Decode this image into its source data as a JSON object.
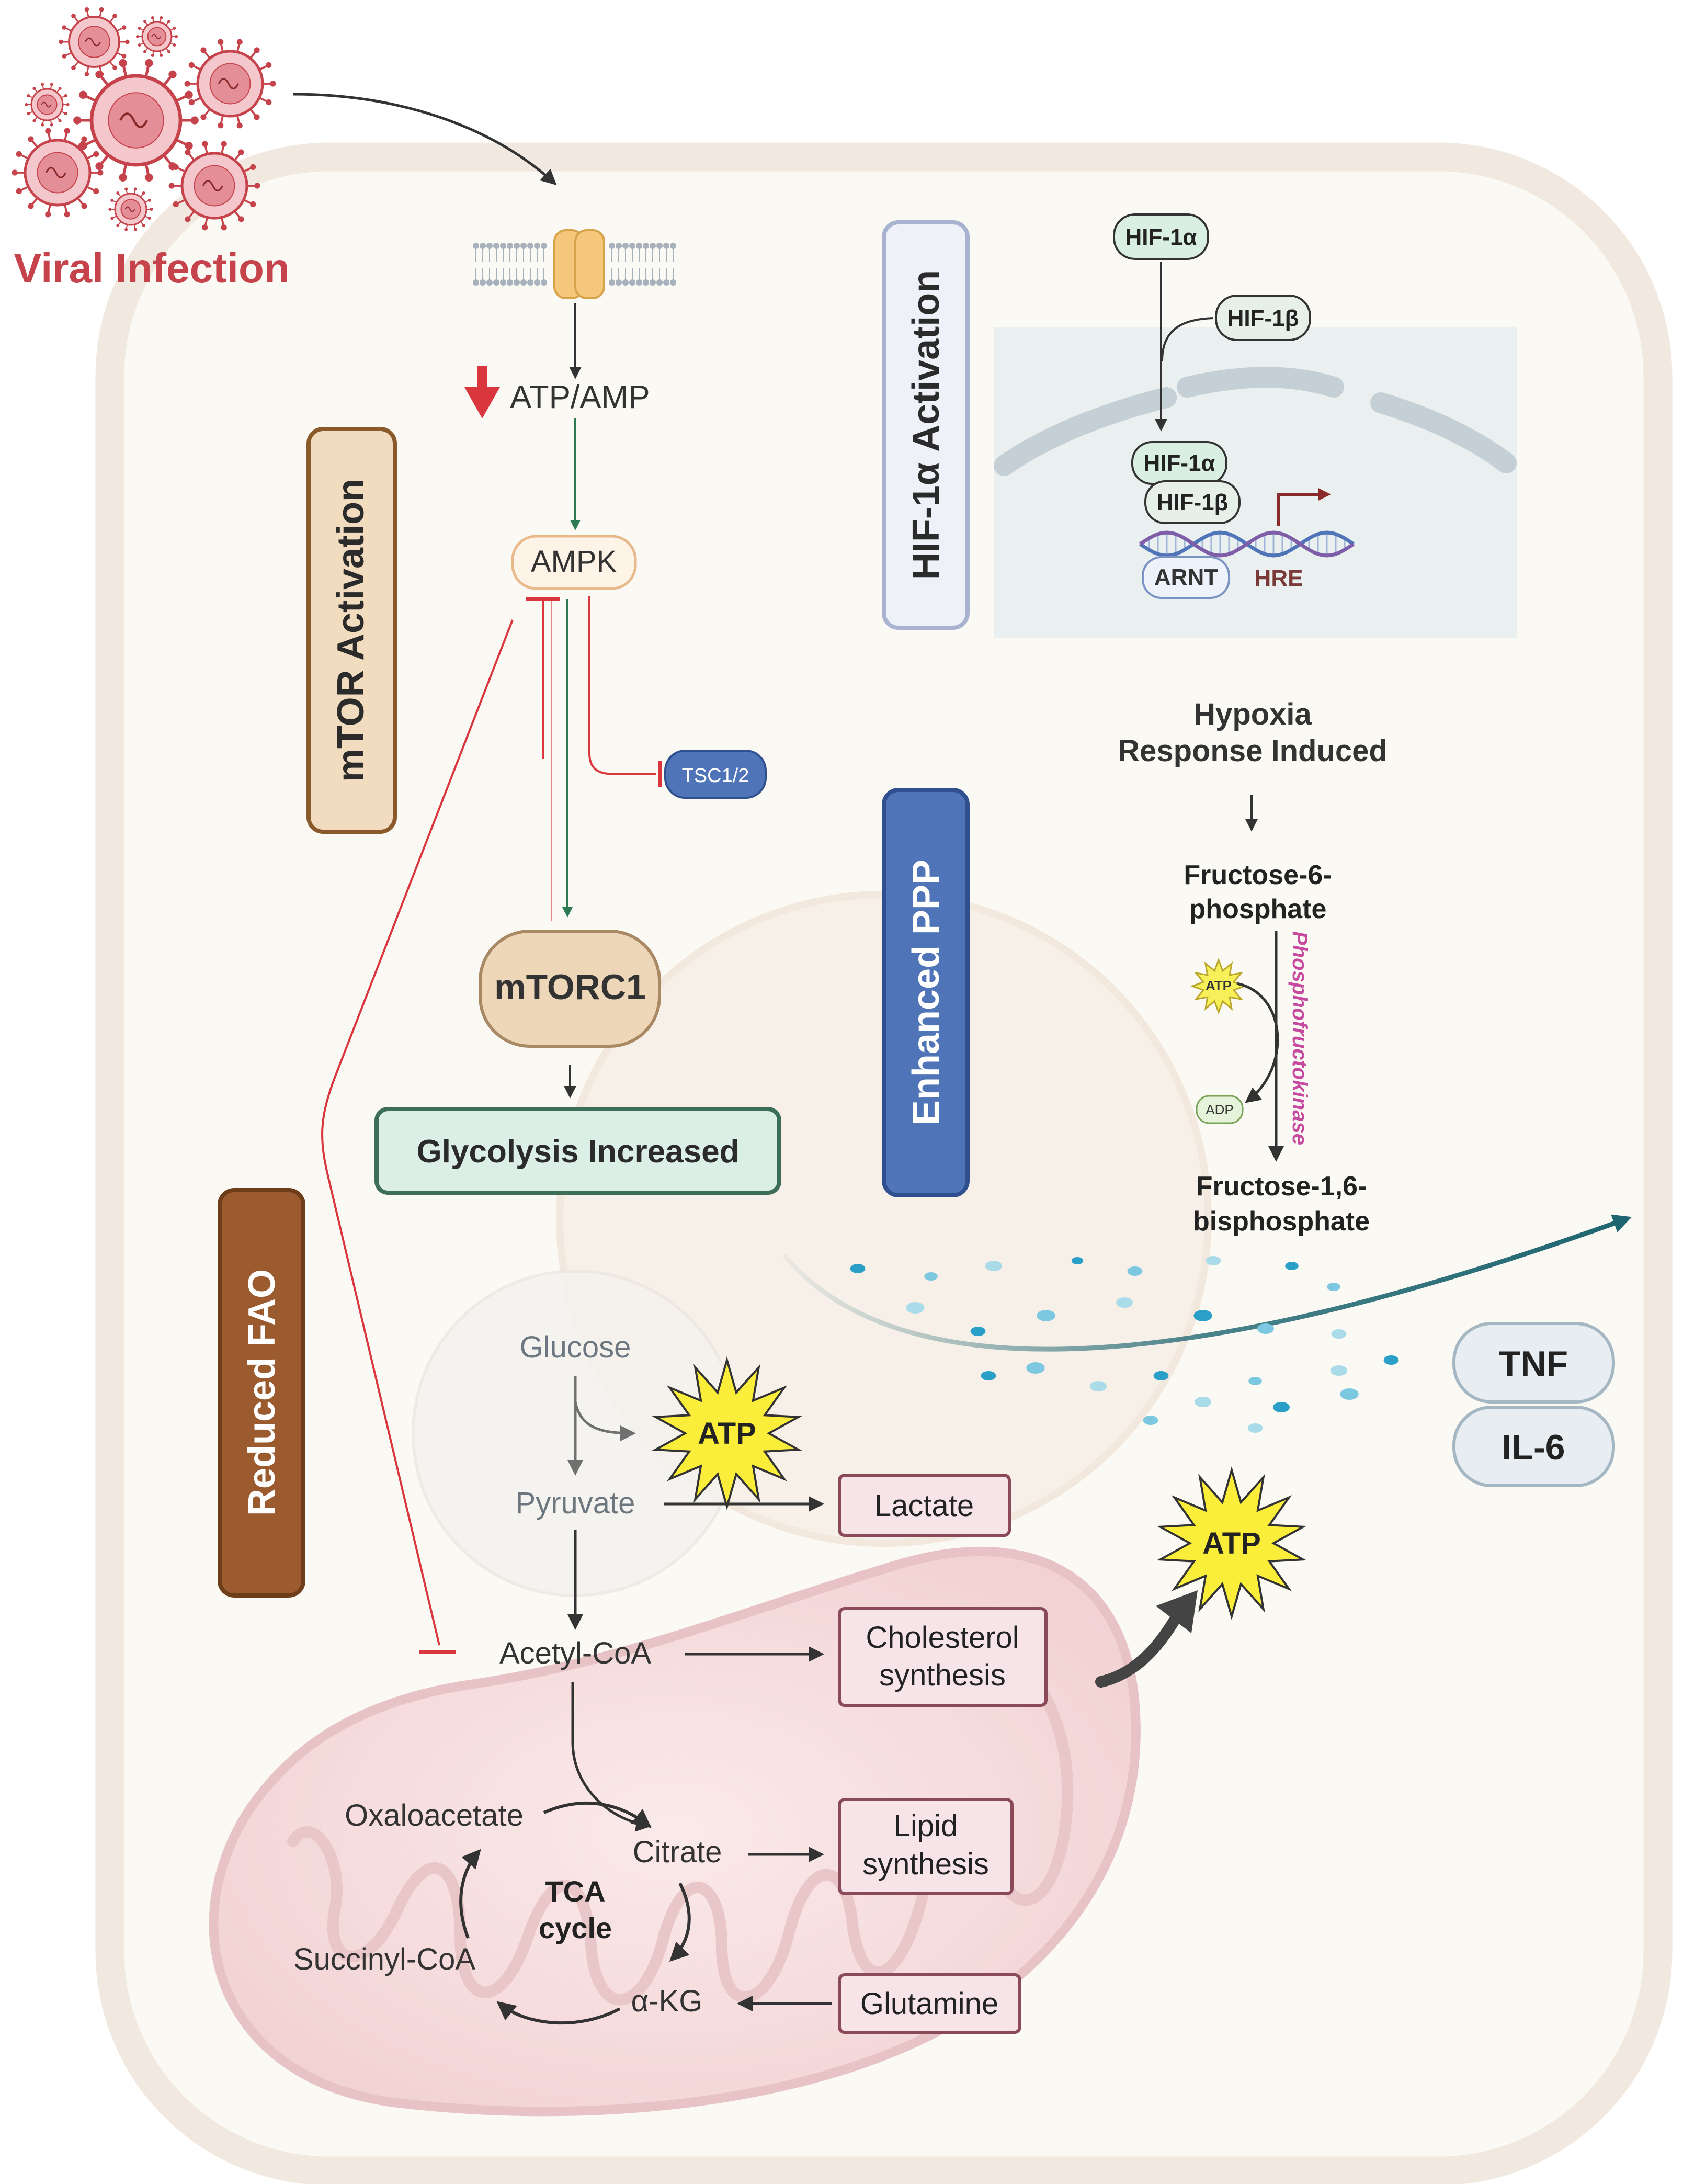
{
  "virus": {
    "label": "Viral Infection"
  },
  "membrane_pathway": {
    "atp_amp": "ATP/AMP",
    "ampk": "AMPK",
    "tsc": "TSC1/2",
    "mtorc1": "mTORC1",
    "glycolysis": "Glycolysis Increased"
  },
  "side_panels": {
    "mtor": "mTOR Activation",
    "hif": "HIF-1α Activation",
    "ppp": "Enhanced PPP",
    "fao": "Reduced FAO"
  },
  "hif": {
    "hif1a_top": "HIF-1α",
    "hif1b_top": "HIF-1β",
    "hif1a_bound": "HIF-1α",
    "hif1b_bound": "HIF-1β",
    "arnt": "ARNT",
    "hre": "HRE"
  },
  "hypoxia": {
    "line1": "Hypoxia",
    "line2": "Response Induced",
    "f6p_line1": "Fructose-6-",
    "f6p_line2": "phosphate",
    "enzyme": "Phosphofructokinase",
    "atp_small": "ATP",
    "adp_small": "ADP",
    "f16bp_line1": "Fructose-1,6-",
    "f16bp_line2": "bisphosphate"
  },
  "cytokines": {
    "tnf": "TNF",
    "il6": "IL-6"
  },
  "metabolism": {
    "glucose": "Glucose",
    "atp_star_1": "ATP",
    "pyruvate": "Pyruvate",
    "lactate": "Lactate",
    "atp_star_2": "ATP",
    "acetyl_coa": "Acetyl-CoA",
    "cholesterol_line1": "Cholesterol",
    "cholesterol_line2": "synthesis",
    "oxaloacetate": "Oxaloacetate",
    "citrate": "Citrate",
    "lipid_line1": "Lipid",
    "lipid_line2": "synthesis",
    "tca_line1": "TCA",
    "tca_line2": "cycle",
    "succinyl_coa": "Succinyl-CoA",
    "akg": "α-KG",
    "glutamine": "Glutamine"
  },
  "colors": {
    "virus": "#c7434b",
    "cell_fill": "#fbf9f3",
    "cell_border": "#f1e8df",
    "mtor_panel": "#f2dcc0",
    "hif_panel": "#eef1f7",
    "ppp_panel": "#4f74b8",
    "fao_panel": "#9c5b2f",
    "glycolysis_box": "#dcefe7",
    "product_box": "#f7e4e8",
    "inhibit_red": "#d9363e",
    "activate_green": "#2e7a52",
    "secretion_arrow": "#1d6570"
  }
}
